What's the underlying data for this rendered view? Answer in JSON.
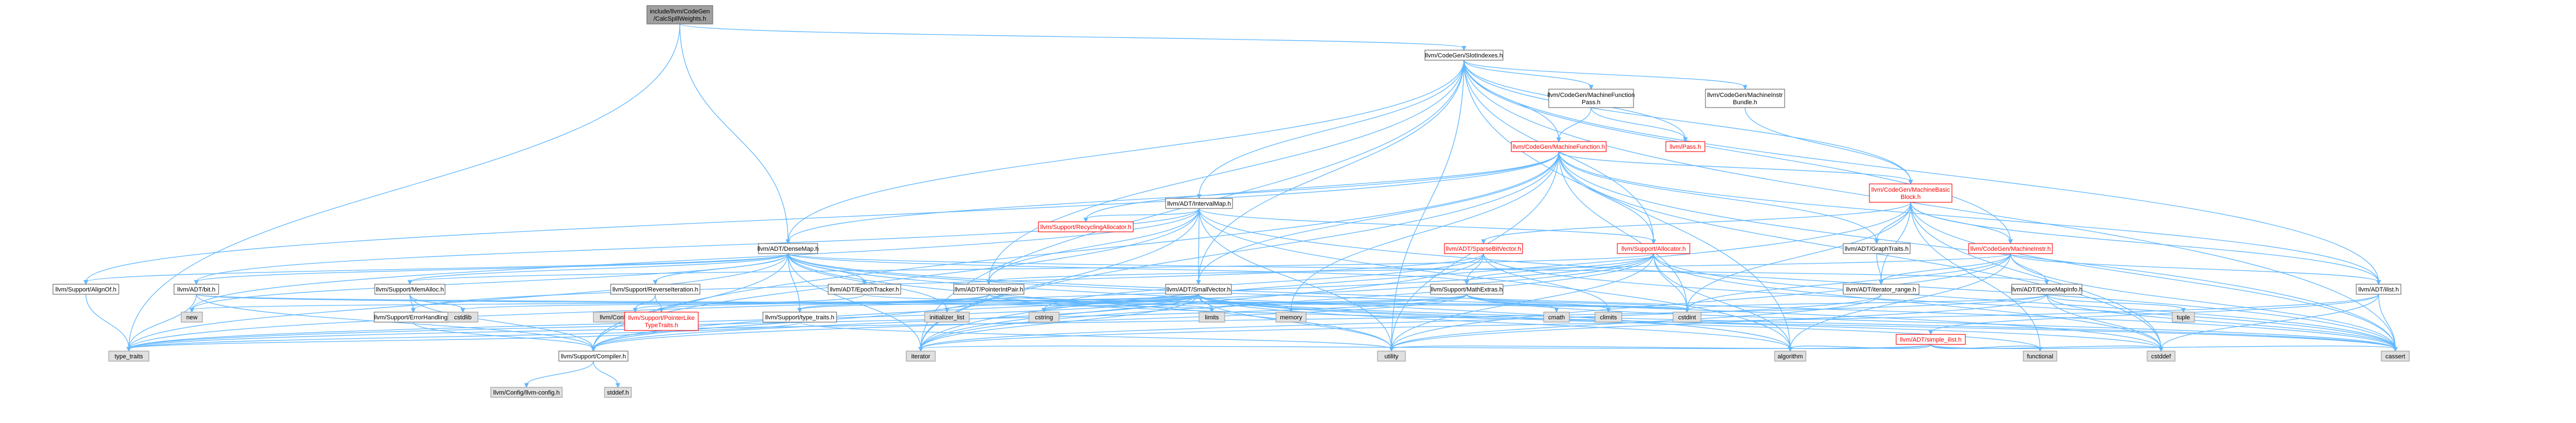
{
  "colors": {
    "edge": "#63b8ff",
    "root_fill": "#a0a0a0",
    "external_fill": "#e0e0e0",
    "incomplete_border": "#ff0000"
  },
  "nodes": [
    {
      "id": "root",
      "label": [
        "include/llvm/CodeGen",
        "/CalcSpillWeights.h"
      ],
      "kind": "root"
    },
    {
      "id": "slotindexes",
      "label": [
        "llvm/CodeGen/SlotIndexes.h"
      ],
      "kind": "int"
    },
    {
      "id": "mfpass",
      "label": [
        "llvm/CodeGen/MachineFunction",
        "Pass.h"
      ],
      "kind": "int"
    },
    {
      "id": "instrbundle",
      "label": [
        "llvm/CodeGen/MachineInstr",
        "Bundle.h"
      ],
      "kind": "int"
    },
    {
      "id": "mfunction",
      "label": [
        "llvm/CodeGen/MachineFunction.h"
      ],
      "kind": "red"
    },
    {
      "id": "pass",
      "label": [
        "llvm/Pass.h"
      ],
      "kind": "red"
    },
    {
      "id": "mbb",
      "label": [
        "llvm/CodeGen/MachineBasic",
        "Block.h"
      ],
      "kind": "red"
    },
    {
      "id": "intervalmap",
      "label": [
        "llvm/ADT/IntervalMap.h"
      ],
      "kind": "int"
    },
    {
      "id": "recycling",
      "label": [
        "llvm/Support/RecyclingAllocator.h"
      ],
      "kind": "red"
    },
    {
      "id": "densemap",
      "label": [
        "llvm/ADT/DenseMap.h"
      ],
      "kind": "int"
    },
    {
      "id": "sparsebitvector",
      "label": [
        "llvm/ADT/SparseBitVector.h"
      ],
      "kind": "red"
    },
    {
      "id": "allocator",
      "label": [
        "llvm/Support/Allocator.h"
      ],
      "kind": "red"
    },
    {
      "id": "graphtraits",
      "label": [
        "llvm/ADT/GraphTraits.h"
      ],
      "kind": "int"
    },
    {
      "id": "machineinstr",
      "label": [
        "llvm/CodeGen/MachineInstr.h"
      ],
      "kind": "red"
    },
    {
      "id": "alignof",
      "label": [
        "llvm/Support/AlignOf.h"
      ],
      "kind": "int"
    },
    {
      "id": "bit",
      "label": [
        "llvm/ADT/bit.h"
      ],
      "kind": "int"
    },
    {
      "id": "memalloc",
      "label": [
        "llvm/Support/MemAlloc.h"
      ],
      "kind": "int"
    },
    {
      "id": "reverseiter",
      "label": [
        "llvm/Support/ReverseIteration.h"
      ],
      "kind": "int"
    },
    {
      "id": "epochtracker",
      "label": [
        "llvm/ADT/EpochTracker.h"
      ],
      "kind": "int"
    },
    {
      "id": "ptrintpair",
      "label": [
        "llvm/ADT/PointerIntPair.h"
      ],
      "kind": "int"
    },
    {
      "id": "smallvector",
      "label": [
        "llvm/ADT/SmallVector.h"
      ],
      "kind": "int"
    },
    {
      "id": "mathextras",
      "label": [
        "llvm/Support/MathExtras.h"
      ],
      "kind": "int"
    },
    {
      "id": "iterrange",
      "label": [
        "llvm/ADT/iterator_range.h"
      ],
      "kind": "int"
    },
    {
      "id": "densemapinfo",
      "label": [
        "llvm/ADT/DenseMapInfo.h"
      ],
      "kind": "int"
    },
    {
      "id": "ilist",
      "label": [
        "llvm/ADT/ilist.h"
      ],
      "kind": "int"
    },
    {
      "id": "new",
      "label": [
        "new"
      ],
      "kind": "ext"
    },
    {
      "id": "errorhandling",
      "label": [
        "llvm/Support/ErrorHandling.h"
      ],
      "kind": "int"
    },
    {
      "id": "cstdlib",
      "label": [
        "cstdlib"
      ],
      "kind": "ext"
    },
    {
      "id": "abibreaking",
      "label": [
        "llvm/Config/abi-breaking.h"
      ],
      "kind": "ext"
    },
    {
      "id": "ptrliketraits",
      "label": [
        "llvm/Support/PointerLike",
        "TypeTraits.h"
      ],
      "kind": "red"
    },
    {
      "id": "typetraits_llvm",
      "label": [
        "llvm/Support/type_traits.h"
      ],
      "kind": "int"
    },
    {
      "id": "initlist",
      "label": [
        "initializer_list"
      ],
      "kind": "ext"
    },
    {
      "id": "cstring",
      "label": [
        "cstring"
      ],
      "kind": "ext"
    },
    {
      "id": "limits",
      "label": [
        "limits"
      ],
      "kind": "ext"
    },
    {
      "id": "memory",
      "label": [
        "memory"
      ],
      "kind": "ext"
    },
    {
      "id": "cmath",
      "label": [
        "cmath"
      ],
      "kind": "ext"
    },
    {
      "id": "climits",
      "label": [
        "climits"
      ],
      "kind": "ext"
    },
    {
      "id": "cstdint",
      "label": [
        "cstdint"
      ],
      "kind": "ext"
    },
    {
      "id": "tuple",
      "label": [
        "tuple"
      ],
      "kind": "ext"
    },
    {
      "id": "simpleilist",
      "label": [
        "llvm/ADT/simple_ilist.h"
      ],
      "kind": "red"
    },
    {
      "id": "typetraits",
      "label": [
        "type_traits"
      ],
      "kind": "ext"
    },
    {
      "id": "iterator",
      "label": [
        "iterator"
      ],
      "kind": "ext"
    },
    {
      "id": "compiler",
      "label": [
        "llvm/Support/Compiler.h"
      ],
      "kind": "int"
    },
    {
      "id": "utility",
      "label": [
        "utility"
      ],
      "kind": "ext"
    },
    {
      "id": "algorithm",
      "label": [
        "algorithm"
      ],
      "kind": "ext"
    },
    {
      "id": "functional",
      "label": [
        "functional"
      ],
      "kind": "ext"
    },
    {
      "id": "cstddef",
      "label": [
        "cstddef"
      ],
      "kind": "ext"
    },
    {
      "id": "cassert",
      "label": [
        "cassert"
      ],
      "kind": "ext"
    },
    {
      "id": "llvmconfig",
      "label": [
        "llvm/Config/llvm-config.h"
      ],
      "kind": "ext"
    },
    {
      "id": "stddef",
      "label": [
        "stddef.h"
      ],
      "kind": "ext"
    }
  ],
  "edges": [
    [
      "root",
      "slotindexes"
    ],
    [
      "root",
      "densemap"
    ],
    [
      "root",
      "typetraits"
    ],
    [
      "slotindexes",
      "mfpass"
    ],
    [
      "slotindexes",
      "instrbundle"
    ],
    [
      "slotindexes",
      "mfunction"
    ],
    [
      "slotindexes",
      "pass"
    ],
    [
      "slotindexes",
      "mbb"
    ],
    [
      "slotindexes",
      "intervalmap"
    ],
    [
      "slotindexes",
      "densemap"
    ],
    [
      "slotindexes",
      "allocator"
    ],
    [
      "slotindexes",
      "machineinstr"
    ],
    [
      "slotindexes",
      "ptrintpair"
    ],
    [
      "slotindexes",
      "smallvector"
    ],
    [
      "slotindexes",
      "ilist"
    ],
    [
      "slotindexes",
      "iterator"
    ],
    [
      "slotindexes",
      "utility"
    ],
    [
      "slotindexes",
      "algorithm"
    ],
    [
      "slotindexes",
      "cassert"
    ],
    [
      "mfpass",
      "mfunction"
    ],
    [
      "mfpass",
      "pass"
    ],
    [
      "instrbundle",
      "mbb"
    ],
    [
      "mfunction",
      "mbb"
    ],
    [
      "mfunction",
      "densemap"
    ],
    [
      "mfunction",
      "smallvector"
    ],
    [
      "mfunction",
      "allocator"
    ],
    [
      "mfunction",
      "recycling"
    ],
    [
      "mfunction",
      "ilist"
    ],
    [
      "mfunction",
      "graphtraits"
    ],
    [
      "mfunction",
      "iterator"
    ],
    [
      "mfunction",
      "utility"
    ],
    [
      "mfunction",
      "cassert"
    ],
    [
      "mfunction",
      "memory"
    ],
    [
      "mfunction",
      "cstdint"
    ],
    [
      "mfunction",
      "compiler"
    ],
    [
      "mfunction",
      "alignof"
    ],
    [
      "mfunction",
      "cstddef"
    ],
    [
      "mbb",
      "sparsebitvector"
    ],
    [
      "mbb",
      "graphtraits"
    ],
    [
      "mbb",
      "machineinstr"
    ],
    [
      "mbb",
      "iterrange"
    ],
    [
      "mbb",
      "ilist"
    ],
    [
      "mbb",
      "cstdint"
    ],
    [
      "mbb",
      "cassert"
    ],
    [
      "mbb",
      "functional"
    ],
    [
      "mbb",
      "iterator"
    ],
    [
      "mbb",
      "cstddef"
    ],
    [
      "intervalmap",
      "recycling"
    ],
    [
      "intervalmap",
      "allocator"
    ],
    [
      "intervalmap",
      "smallvector"
    ],
    [
      "intervalmap",
      "ptrintpair"
    ],
    [
      "intervalmap",
      "bit"
    ],
    [
      "intervalmap",
      "compiler"
    ],
    [
      "intervalmap",
      "iterator"
    ],
    [
      "intervalmap",
      "new"
    ],
    [
      "intervalmap",
      "utility"
    ],
    [
      "intervalmap",
      "algorithm"
    ],
    [
      "intervalmap",
      "cassert"
    ],
    [
      "densemap",
      "alignof"
    ],
    [
      "densemap",
      "bit"
    ],
    [
      "densemap",
      "memalloc"
    ],
    [
      "densemap",
      "reverseiter"
    ],
    [
      "densemap",
      "epochtracker"
    ],
    [
      "densemap",
      "densemapinfo"
    ],
    [
      "densemap",
      "mathextras"
    ],
    [
      "densemap",
      "typetraits_llvm"
    ],
    [
      "densemap",
      "compiler"
    ],
    [
      "densemap",
      "initlist"
    ],
    [
      "densemap",
      "new"
    ],
    [
      "densemap",
      "iterator"
    ],
    [
      "densemap",
      "utility"
    ],
    [
      "densemap",
      "algorithm"
    ],
    [
      "densemap",
      "cassert"
    ],
    [
      "densemap",
      "cstddef"
    ],
    [
      "densemap",
      "typetraits"
    ],
    [
      "sparsebitvector",
      "mathextras"
    ],
    [
      "sparsebitvector",
      "errorhandling"
    ],
    [
      "sparsebitvector",
      "climits"
    ],
    [
      "sparsebitvector",
      "cstring"
    ],
    [
      "sparsebitvector",
      "iterator"
    ],
    [
      "sparsebitvector",
      "cassert"
    ],
    [
      "allocator",
      "mathextras"
    ],
    [
      "allocator",
      "memalloc"
    ],
    [
      "allocator",
      "compiler"
    ],
    [
      "allocator",
      "algorithm"
    ],
    [
      "allocator",
      "cassert"
    ],
    [
      "allocator",
      "cstddef"
    ],
    [
      "allocator",
      "cstdint"
    ],
    [
      "allocator",
      "iterator"
    ],
    [
      "allocator",
      "typetraits"
    ],
    [
      "allocator",
      "utility"
    ],
    [
      "graphtraits",
      "iterrange"
    ],
    [
      "machineinstr",
      "densemapinfo"
    ],
    [
      "machineinstr",
      "ptrintpair"
    ],
    [
      "machineinstr",
      "ilist"
    ],
    [
      "machineinstr",
      "iterrange"
    ],
    [
      "machineinstr",
      "algorithm"
    ],
    [
      "machineinstr",
      "cassert"
    ],
    [
      "machineinstr",
      "cstdint"
    ],
    [
      "machineinstr",
      "utility"
    ],
    [
      "alignof",
      "typetraits"
    ],
    [
      "bit",
      "compiler"
    ],
    [
      "bit",
      "cstdint"
    ],
    [
      "bit",
      "limits"
    ],
    [
      "bit",
      "typetraits"
    ],
    [
      "memalloc",
      "compiler"
    ],
    [
      "memalloc",
      "errorhandling"
    ],
    [
      "memalloc",
      "cstdlib"
    ],
    [
      "reverseiter",
      "abibreaking"
    ],
    [
      "reverseiter",
      "ptrliketraits"
    ],
    [
      "epochtracker",
      "abibreaking"
    ],
    [
      "epochtracker",
      "cstdint"
    ],
    [
      "ptrintpair",
      "compiler"
    ],
    [
      "ptrintpair",
      "ptrliketraits"
    ],
    [
      "ptrintpair",
      "typetraits_llvm"
    ],
    [
      "ptrintpair",
      "cassert"
    ],
    [
      "ptrintpair",
      "cstdint"
    ],
    [
      "ptrintpair",
      "limits"
    ],
    [
      "smallvector",
      "compiler"
    ],
    [
      "smallvector",
      "typetraits_llvm"
    ],
    [
      "smallvector",
      "algorithm"
    ],
    [
      "smallvector",
      "cassert"
    ],
    [
      "smallvector",
      "cstddef"
    ],
    [
      "smallvector",
      "cstdlib"
    ],
    [
      "smallvector",
      "cstring"
    ],
    [
      "smallvector",
      "functional"
    ],
    [
      "smallvector",
      "initlist"
    ],
    [
      "smallvector",
      "iterator"
    ],
    [
      "smallvector",
      "limits"
    ],
    [
      "smallvector",
      "memory"
    ],
    [
      "smallvector",
      "new"
    ],
    [
      "smallvector",
      "typetraits"
    ],
    [
      "smallvector",
      "utility"
    ],
    [
      "mathextras",
      "compiler"
    ],
    [
      "mathextras",
      "cassert"
    ],
    [
      "mathextras",
      "climits"
    ],
    [
      "mathextras",
      "cmath"
    ],
    [
      "mathextras",
      "cstdint"
    ],
    [
      "mathextras",
      "cstring"
    ],
    [
      "mathextras",
      "limits"
    ],
    [
      "mathextras",
      "typetraits"
    ],
    [
      "iterrange",
      "iterator"
    ],
    [
      "iterrange",
      "utility"
    ],
    [
      "densemapinfo",
      "cassert"
    ],
    [
      "densemapinfo",
      "cstddef"
    ],
    [
      "densemapinfo",
      "cstdint"
    ],
    [
      "densemapinfo",
      "tuple"
    ],
    [
      "densemapinfo",
      "typetraits"
    ],
    [
      "densemapinfo",
      "utility"
    ],
    [
      "ilist",
      "simpleilist"
    ],
    [
      "ilist",
      "cassert"
    ],
    [
      "ilist",
      "cstddef"
    ],
    [
      "ilist",
      "iterator"
    ],
    [
      "errorhandling",
      "compiler"
    ],
    [
      "ptrliketraits",
      "typetraits"
    ],
    [
      "typetraits_llvm",
      "typetraits"
    ],
    [
      "typetraits_llvm",
      "utility"
    ],
    [
      "simpleilist",
      "algorithm"
    ],
    [
      "simpleilist",
      "cassert"
    ],
    [
      "simpleilist",
      "cstddef"
    ],
    [
      "simpleilist",
      "functional"
    ],
    [
      "simpleilist",
      "iterator"
    ],
    [
      "simpleilist",
      "utility"
    ],
    [
      "compiler",
      "llvmconfig"
    ],
    [
      "compiler",
      "stddef"
    ]
  ]
}
